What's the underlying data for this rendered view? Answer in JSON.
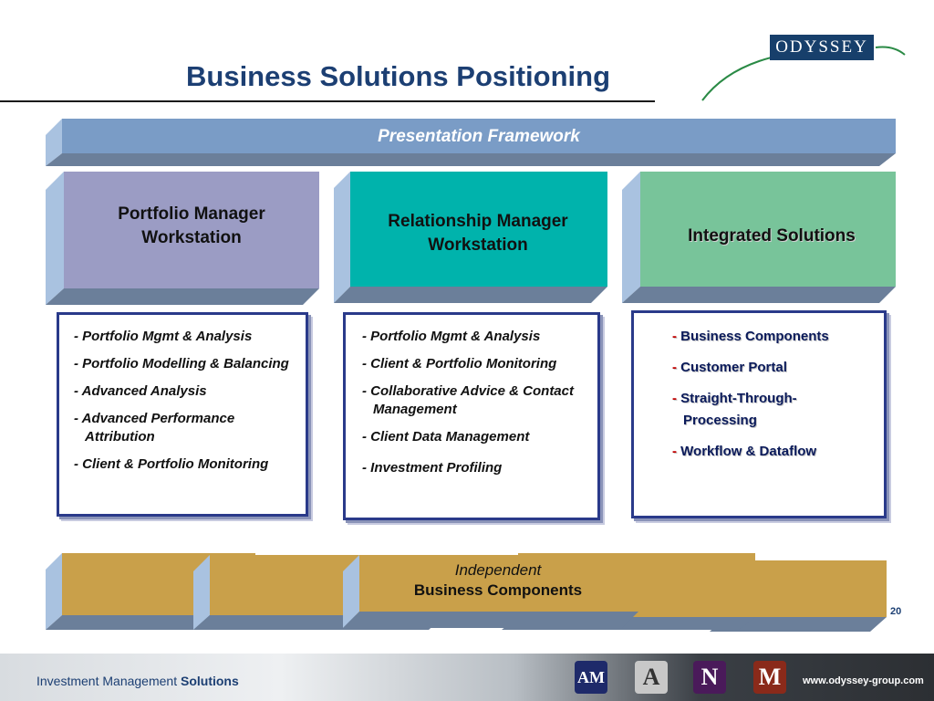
{
  "title": "Business Solutions Positioning",
  "logo": {
    "text": "ODYSSEY"
  },
  "framework": {
    "label": "Presentation Framework"
  },
  "columns": [
    {
      "title": "Portfolio Manager Workstation",
      "color": "#9b9cc4",
      "items": [
        "- Portfolio Mgmt & Analysis",
        "- Portfolio Modelling & Balancing",
        "- Advanced Analysis",
        "- Advanced Performance Attribution",
        "- Client & Portfolio Monitoring"
      ]
    },
    {
      "title": "Relationship Manager Workstation",
      "color": "#00b3ac",
      "items": [
        "- Portfolio Mgmt & Analysis",
        "- Client & Portfolio Monitoring",
        "- Collaborative Advice & Contact Management",
        "- Client Data Management",
        "- Investment Profiling"
      ]
    },
    {
      "title": "Integrated Solutions",
      "color": "#78c49a",
      "items": [
        "Business Components",
        "Customer Portal",
        "Straight-Through-Processing",
        "Workflow & Dataflow"
      ]
    }
  ],
  "components": {
    "line1": "Independent",
    "line2": "Business Components"
  },
  "page_number": "20",
  "footer": {
    "left_regular": "Investment Management",
    "left_bold": "Solutions",
    "url": "www.odyssey-group.com",
    "brands": [
      "AM",
      "A",
      "N",
      "M"
    ]
  }
}
